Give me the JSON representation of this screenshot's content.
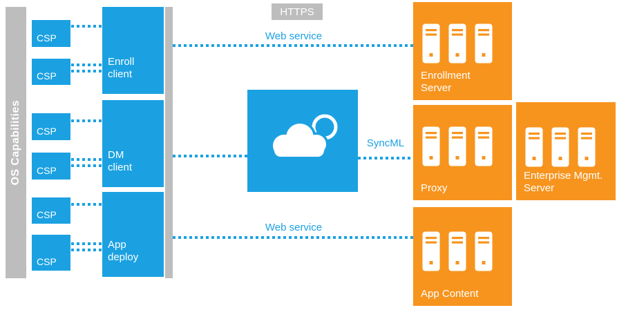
{
  "colors": {
    "blue": "#1ba1e2",
    "orange": "#f7941e",
    "gray": "#bdbdbd"
  },
  "os_rail": {
    "label": "OS Capabilities"
  },
  "csp": [
    {
      "label": "CSP"
    },
    {
      "label": "CSP"
    },
    {
      "label": "CSP"
    },
    {
      "label": "CSP"
    },
    {
      "label": "CSP"
    },
    {
      "label": "CSP"
    }
  ],
  "clients": {
    "enroll": {
      "label": "Enroll client"
    },
    "dm": {
      "label": "DM client"
    },
    "app": {
      "label": "App deploy"
    }
  },
  "badge": {
    "https": "HTTPS"
  },
  "links": {
    "top": {
      "label": "Web service"
    },
    "middle": {
      "label": "SyncML"
    },
    "bottom": {
      "label": "Web service"
    }
  },
  "servers": {
    "enrollment": {
      "label": "Enrollment Server"
    },
    "proxy": {
      "label": "Proxy"
    },
    "app_content": {
      "label": "App Content"
    },
    "enterprise": {
      "label": "Enterprise Mgmt. Server"
    }
  },
  "icons": {
    "cloud": "cloud-icon",
    "server": "server-icon"
  }
}
